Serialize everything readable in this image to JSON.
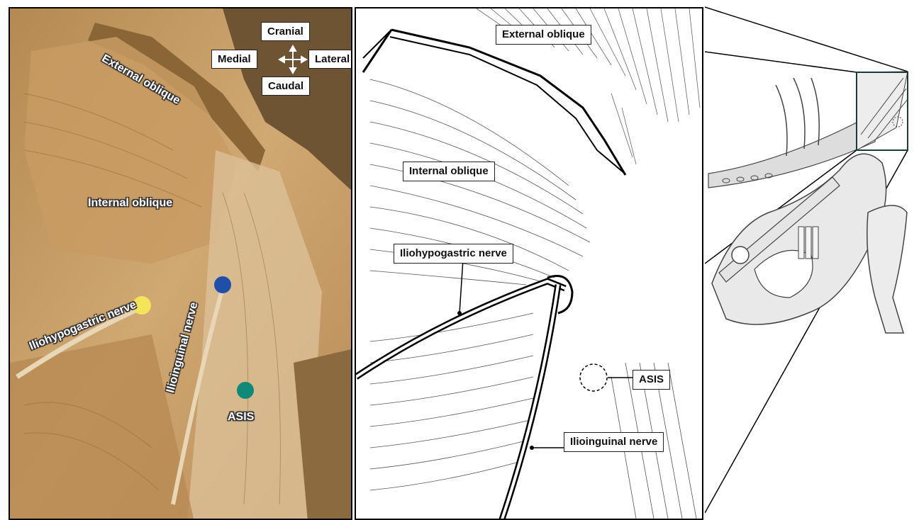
{
  "orientation": {
    "cranial": "Cranial",
    "caudal": "Caudal",
    "medial": "Medial",
    "lateral": "Lateral"
  },
  "photo_labels": {
    "external_oblique": "External oblique",
    "internal_oblique": "Internal oblique",
    "iliohypogastric": "Iliohypogastric nerve",
    "ilioinguinal": "Ilioinguinal nerve",
    "asis": "ASIS"
  },
  "drawing_labels": {
    "external_oblique": "External oblique",
    "internal_oblique": "Internal oblique",
    "iliohypogastric": "Iliohypogastric nerve",
    "ilioinguinal": "Ilioinguinal nerve",
    "asis": "ASIS"
  },
  "pin_colors": {
    "yellow": "#f3e45a",
    "blue": "#1f4fa8",
    "teal": "#0f8a78"
  }
}
